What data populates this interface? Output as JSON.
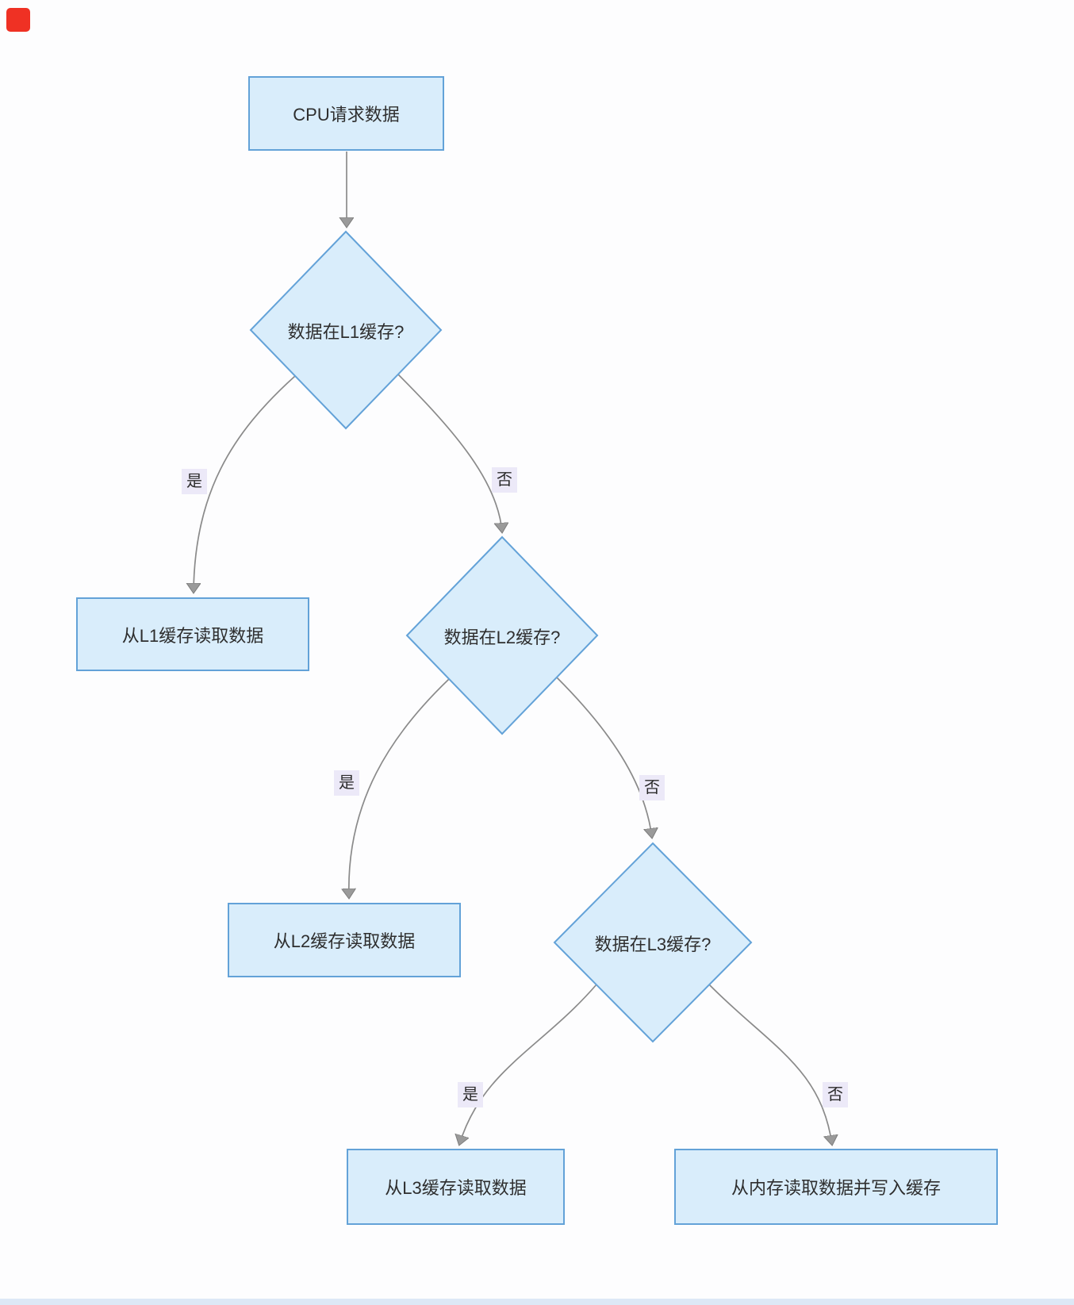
{
  "flowchart": {
    "title_hint": "CPU cache lookup flow",
    "nodes": {
      "cpu": {
        "label": "CPU请求数据",
        "shape": "rect"
      },
      "l1_check": {
        "label": "数据在L1缓存?",
        "shape": "diamond"
      },
      "l1_read": {
        "label": "从L1缓存读取数据",
        "shape": "rect"
      },
      "l2_check": {
        "label": "数据在L2缓存?",
        "shape": "diamond"
      },
      "l2_read": {
        "label": "从L2缓存读取数据",
        "shape": "rect"
      },
      "l3_check": {
        "label": "数据在L3缓存?",
        "shape": "diamond"
      },
      "l3_read": {
        "label": "从L3缓存读取数据",
        "shape": "rect"
      },
      "mem_read": {
        "label": "从内存读取数据并写入缓存",
        "shape": "rect"
      }
    },
    "edges": [
      {
        "from": "cpu",
        "to": "l1_check",
        "label": ""
      },
      {
        "from": "l1_check",
        "to": "l1_read",
        "label": "是"
      },
      {
        "from": "l1_check",
        "to": "l2_check",
        "label": "否"
      },
      {
        "from": "l2_check",
        "to": "l2_read",
        "label": "是"
      },
      {
        "from": "l2_check",
        "to": "l3_check",
        "label": "否"
      },
      {
        "from": "l3_check",
        "to": "l3_read",
        "label": "是"
      },
      {
        "from": "l3_check",
        "to": "mem_read",
        "label": "否"
      }
    ],
    "colors": {
      "node_fill": "#d9edfb",
      "node_border": "#63a2d8",
      "node_text": "#2e2e2e",
      "edge_line": "#8a8a8a",
      "arrowhead": "#9a9a9a",
      "edge_label_bg": "#ece9f8",
      "record_indicator": "#ef3124",
      "bottom_bar": "#dde8f6",
      "background": "#fdfdfe"
    }
  }
}
